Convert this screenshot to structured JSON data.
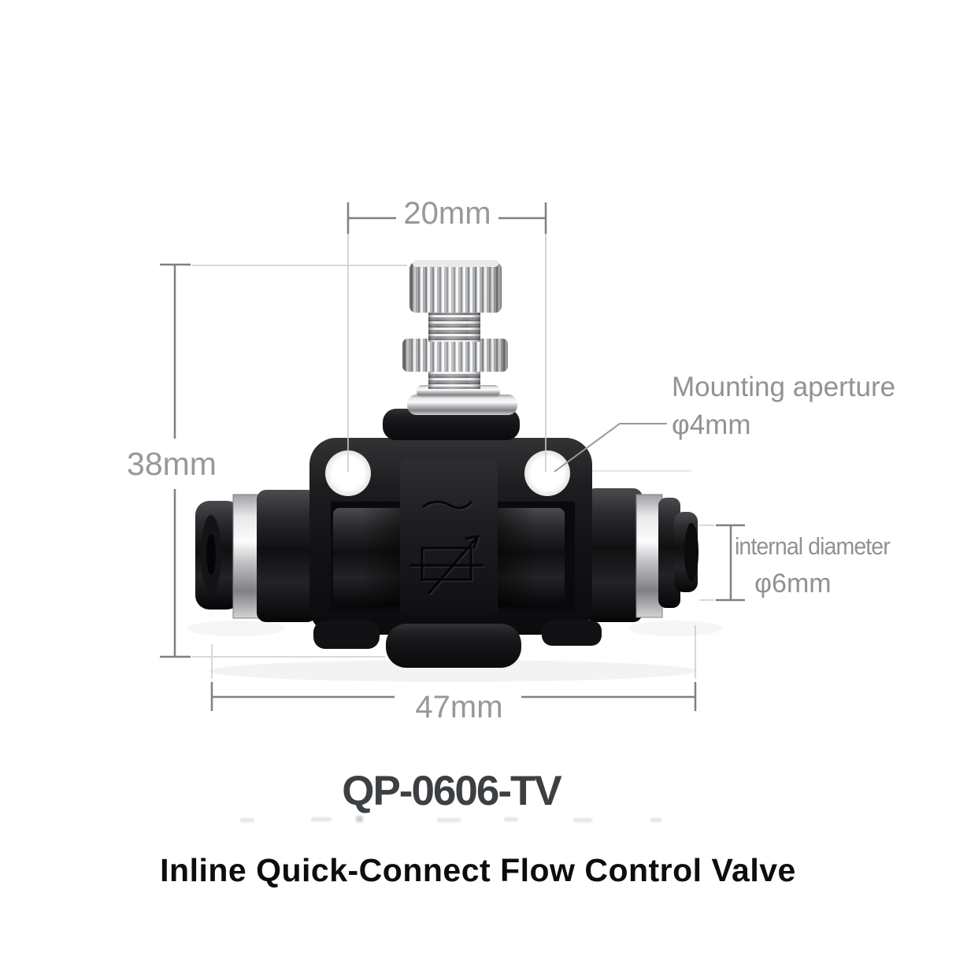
{
  "product": {
    "code": "QP-0606-TV",
    "name": "Inline Quick-Connect Flow Control Valve"
  },
  "dimensions": {
    "top_width": "20mm",
    "side_height": "38mm",
    "bottom_length": "47mm"
  },
  "callouts": {
    "mounting_aperture_label": "Mounting aperture",
    "mounting_aperture_value": "φ4mm",
    "internal_diameter_label": "internal diameter",
    "internal_diameter_value": "φ6mm"
  },
  "colors": {
    "dimension_line": "#7e8084",
    "dimension_text": "#96989b",
    "callout_text": "#909295",
    "code_text": "#3d4043",
    "title_text": "#0c0d0e",
    "valve_black": "#1b1b1d",
    "chrome_light": "#f2f3f4",
    "hole_white": "#ffffff"
  }
}
